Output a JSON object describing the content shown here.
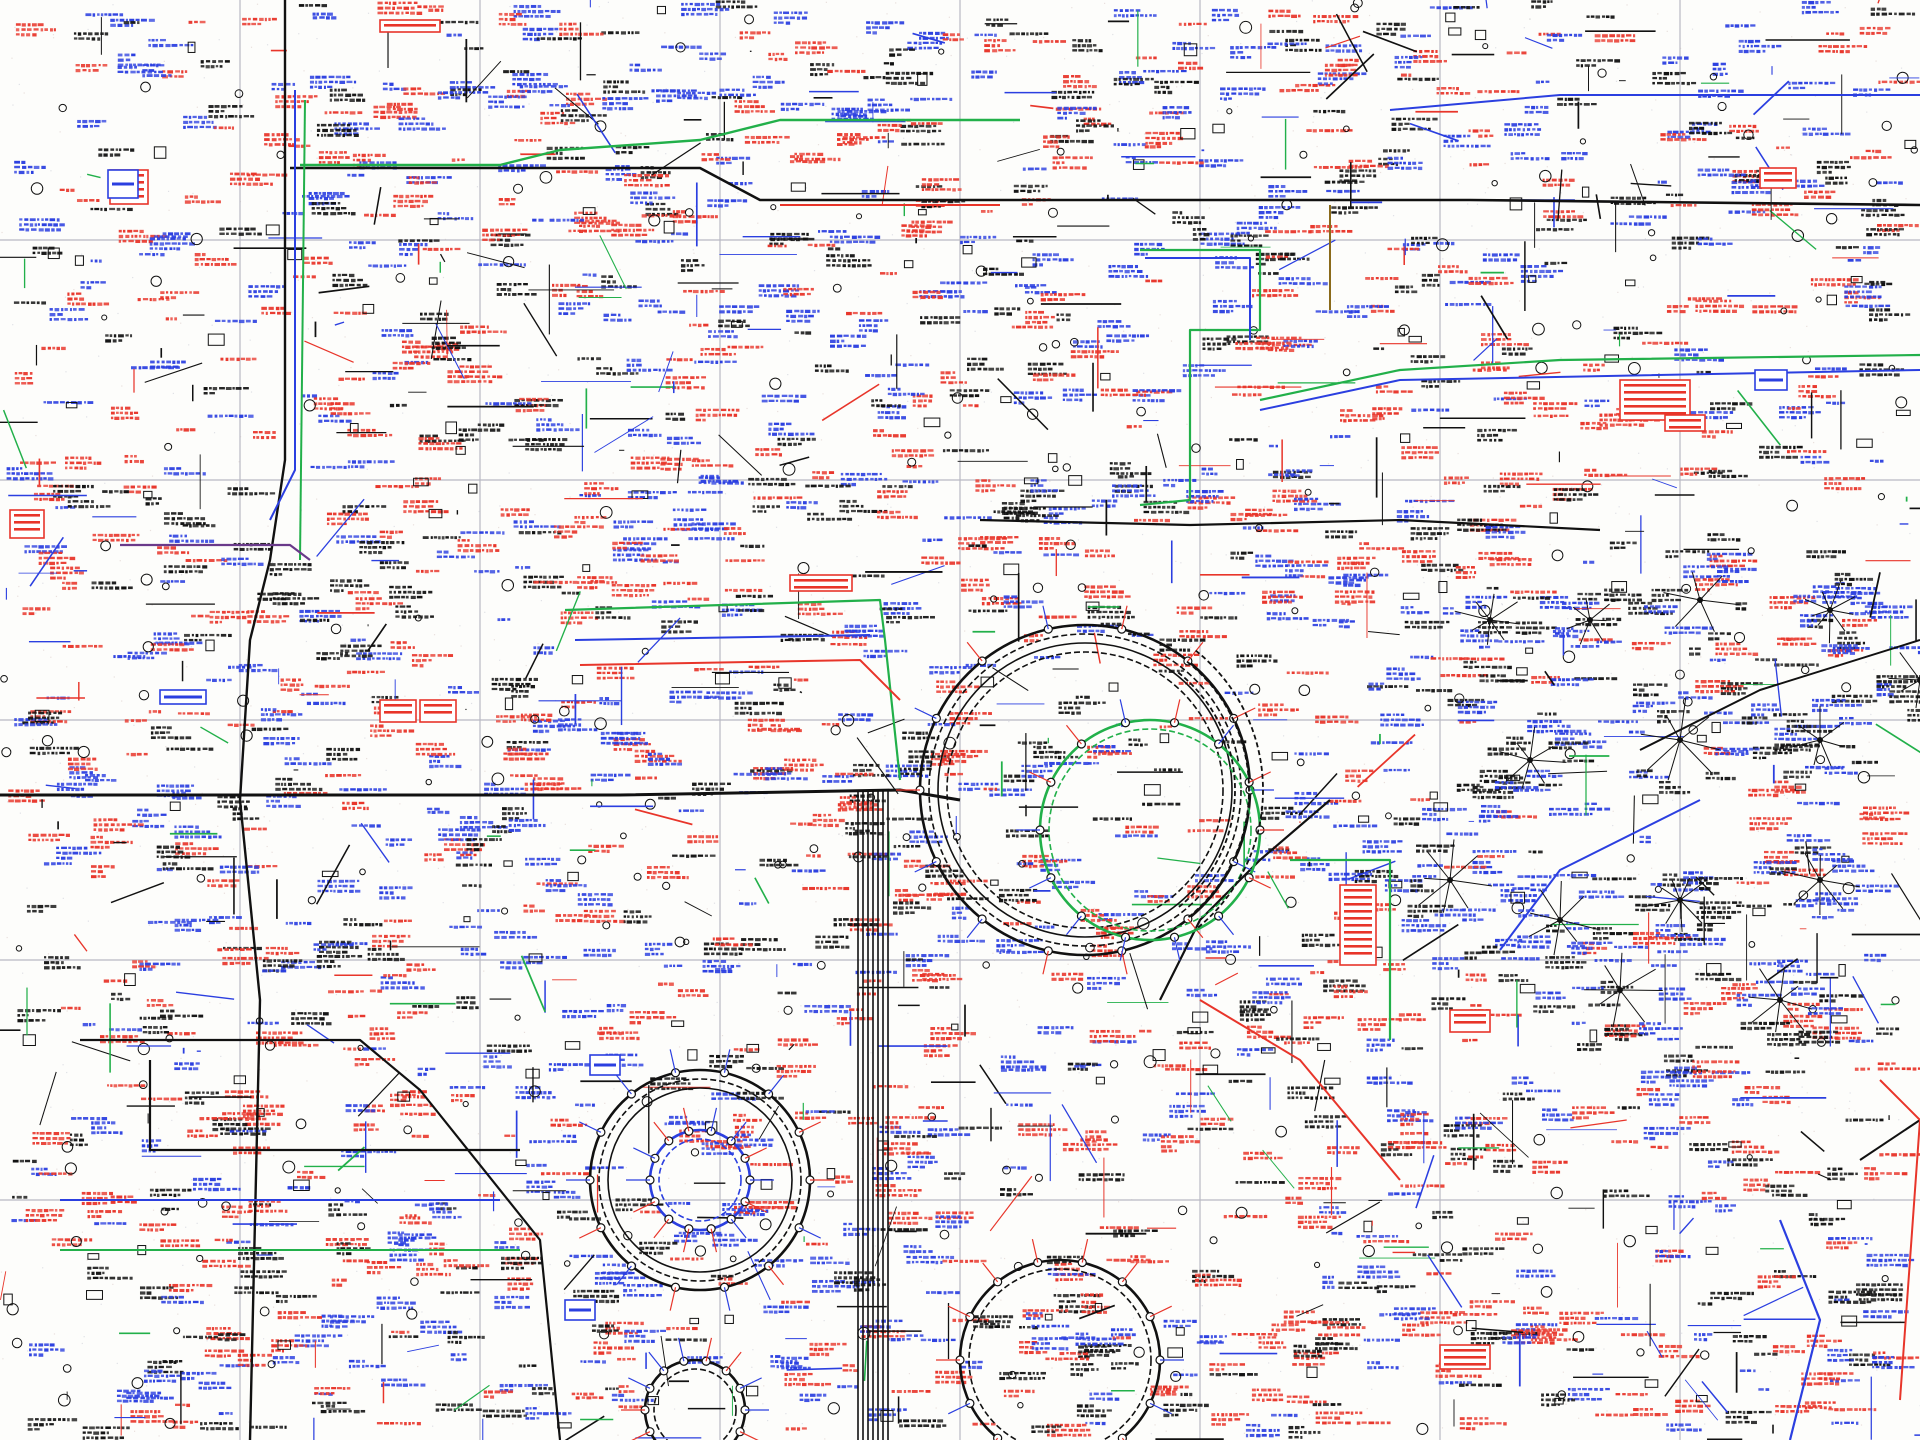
{
  "diagram": {
    "kind": "dense pathway wall-chart fragment (biochemical network schematic), labels rendered too small to be legible",
    "grid": {
      "rows": 6,
      "cols": 8,
      "line_color": "#b9b9c3"
    },
    "colors": {
      "background": "#fdfdfb",
      "black_pathway": "#111111",
      "red_label": "#e8352a",
      "blue_label": "#2b3fe0",
      "green_line": "#22b04a",
      "olive_line": "#8a6a1a",
      "purple_line": "#6a3a8a"
    },
    "notable_shapes": [
      "circular-cycle-center",
      "circular-cycle-bottom-center",
      "circular-cycle-bottom",
      "starburst-nodes-right",
      "vertical-bundle-center",
      "horizontal-trunk-middle",
      "boxed-red-labels"
    ]
  }
}
